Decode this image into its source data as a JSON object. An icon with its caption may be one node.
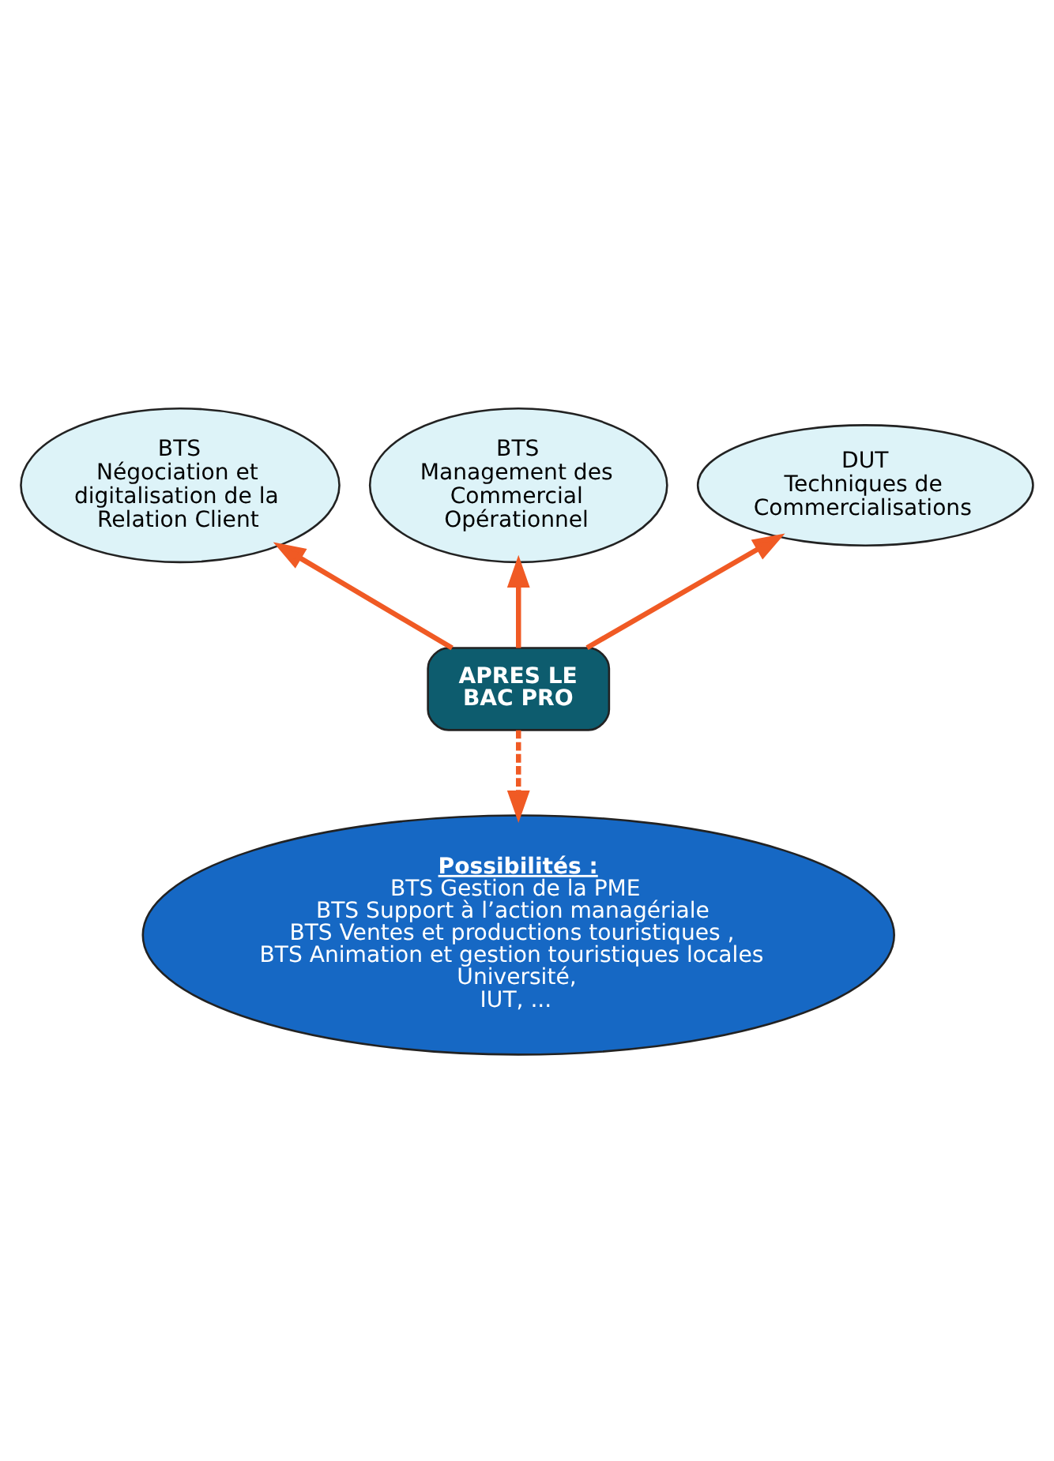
{
  "diagram": {
    "nodes": [
      {
        "text": [
          "BTS",
          "Management des Commercial Opérationnel"
        ]
      },
      {
        "text": [
          "BTS",
          "Négociation et digitalisation de la Relation Client"
        ]
      },
      {
        "text": [
          "DUT",
          "Techniques de Commercialisations"
        ]
      },
      {
        "text": [
          "APRES LE BAC PRO"
        ]
      },
      {
        "text": [
          "Possibilités :",
          "BTS Gestion de la PME",
          "BTS Support à l’action managériale",
          "BTS Ventes et productions touristiques ,",
          "BTS Animation et gestion touristiques locales",
          "Université,",
          "IUT, ..."
        ]
      }
    ],
    "edges": [
      {
        "from": 3,
        "to": 1,
        "arrow": "to"
      },
      {
        "from": 3,
        "to": 0,
        "arrow": "to"
      },
      {
        "from": 3,
        "to": 2,
        "arrow": "to"
      },
      {
        "from": 3,
        "to": 4,
        "arrow": "to",
        "style": "dashed"
      }
    ]
  }
}
